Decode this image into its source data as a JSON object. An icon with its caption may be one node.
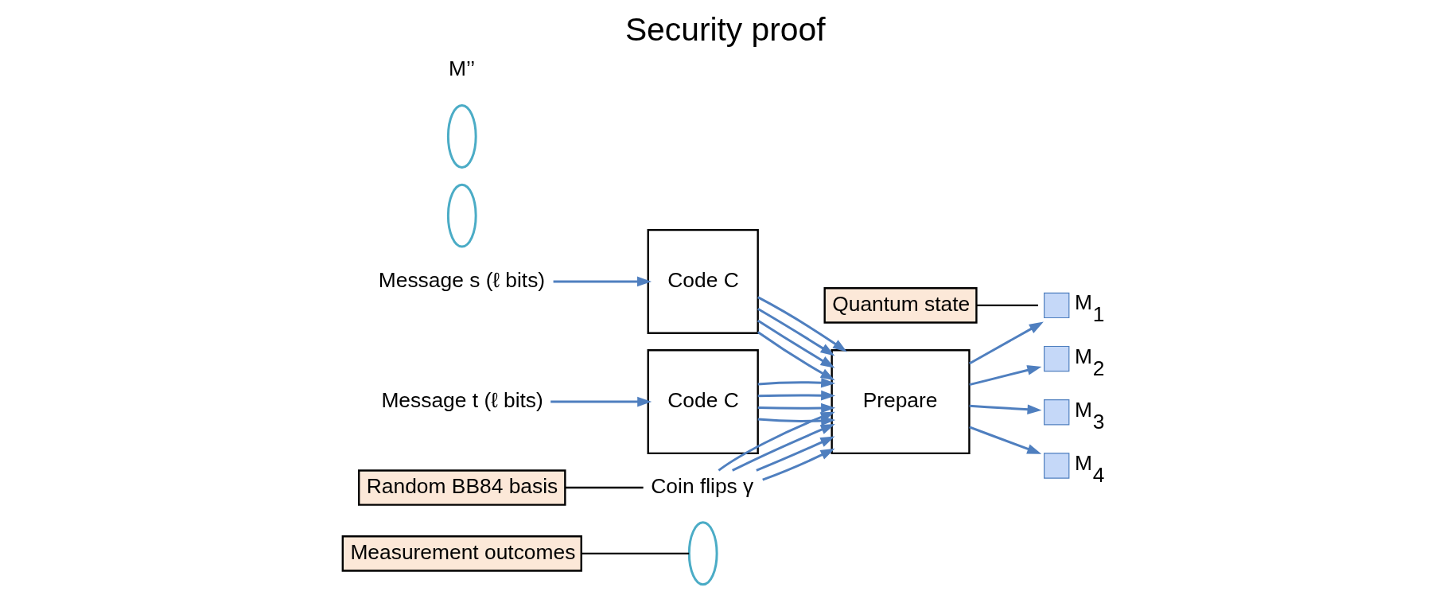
{
  "diagram": {
    "title": "Security proof",
    "nodes": [
      {
        "text": [
          "Measurement outcomes"
        ]
      },
      {
        "text": [
          "Quantum state"
        ]
      },
      {
        "text": [
          "Message s (ℓ bits)"
        ]
      },
      {
        "text": [
          "Code C"
        ]
      },
      {
        "text": [
          "Message t (ℓ bits)"
        ]
      },
      {
        "text": [
          "Code C"
        ]
      },
      {
        "text": [
          "Prepare"
        ]
      },
      {
        "text": [
          "Coin flips γ"
        ]
      },
      {
        "text": [
          "Random BB84 basis"
        ]
      },
      {
        "text": [],
        "shape": "box",
        "beside": [
          "M$_{1}$"
        ]
      },
      {
        "text": [],
        "shape": "box",
        "beside": [
          "M$_{2}$"
        ]
      },
      {
        "text": [],
        "shape": "box",
        "beside": [
          "M$_{3}$"
        ]
      },
      {
        "text": [],
        "shape": "box",
        "beside": [
          "M$_{4}$"
        ]
      },
      {
        "text": [],
        "shape": "ellipse"
      },
      {
        "text": [],
        "shape": "ellipse"
      },
      {
        "text": [],
        "shape": "ellipse"
      }
    ],
    "edges": [
      {
        "from": 2,
        "to": 3,
        "arrow": "to"
      },
      {
        "from": 4,
        "to": 5,
        "arrow": "to"
      },
      {
        "from": 3,
        "to": 6,
        "arrow": "to"
      },
      {
        "from": 3,
        "to": 6,
        "arrow": "to"
      },
      {
        "from": 3,
        "to": 6,
        "arrow": "to"
      },
      {
        "from": 3,
        "to": 6,
        "arrow": "to"
      },
      {
        "from": 5,
        "to": 6,
        "arrow": "to"
      },
      {
        "from": 5,
        "to": 6,
        "arrow": "to"
      },
      {
        "from": 5,
        "to": 6,
        "arrow": "to"
      },
      {
        "from": 5,
        "to": 6,
        "arrow": "to"
      },
      {
        "from": 7,
        "to": 6,
        "arrow": "to"
      },
      {
        "from": 7,
        "to": 6,
        "arrow": "to"
      },
      {
        "from": 7,
        "to": 6,
        "arrow": "to"
      },
      {
        "from": 7,
        "to": 6,
        "arrow": "to"
      },
      {
        "from": 6,
        "to": 9,
        "arrow": "to"
      },
      {
        "from": 6,
        "to": 10,
        "arrow": "to"
      },
      {
        "from": 6,
        "to": 11,
        "arrow": "to"
      },
      {
        "from": 6,
        "to": 12,
        "arrow": "to"
      },
      {
        "from": 0,
        "to": 13,
        "arrow": "none",
        "color": "#000000"
      },
      {
        "from": 1,
        "to": 9,
        "arrow": "none",
        "color": "#000000"
      },
      {
        "from": 8,
        "to": 7,
        "arrow": "none",
        "color": "#000000"
      }
    ],
    "labels": [
      "M’’"
    ]
  }
}
